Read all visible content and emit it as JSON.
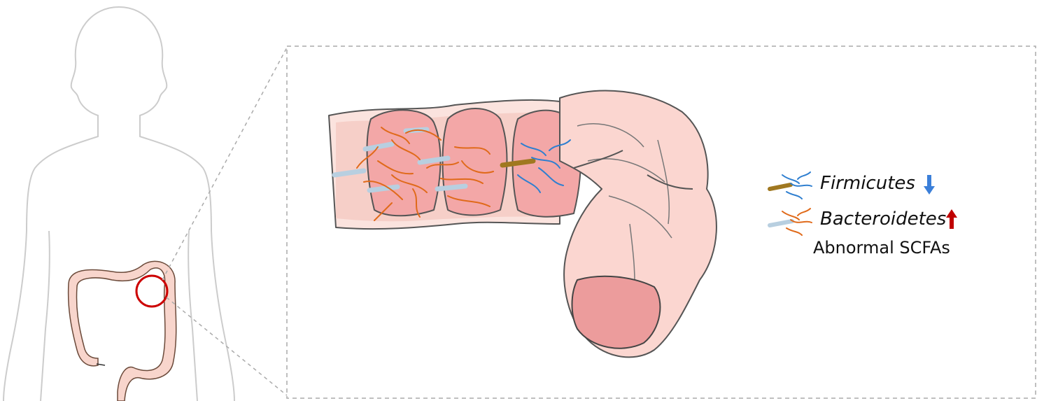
{
  "legend": {
    "items": [
      {
        "label": "Firmicutes",
        "trend": "decrease",
        "trend_icon": "down-arrow-icon",
        "arrow_color": "#3b7fd9",
        "bacteria_color": "#2f7fd0",
        "body_color": "#a07820"
      },
      {
        "label": "Bacteroidetes",
        "trend": "increase",
        "trend_icon": "up-arrow-icon",
        "arrow_color": "#c00000",
        "bacteria_color": "#e06a1a",
        "body_color": "#b8cfe0"
      }
    ],
    "note": "Abnormal SCFAs"
  },
  "colors": {
    "silhouette_stroke": "#cccccc",
    "colon_fill": "#f8d5cc",
    "colon_inner": "#f0a8a8",
    "highlight_circle": "#cc0000",
    "zoom_box_border": "#999999"
  }
}
